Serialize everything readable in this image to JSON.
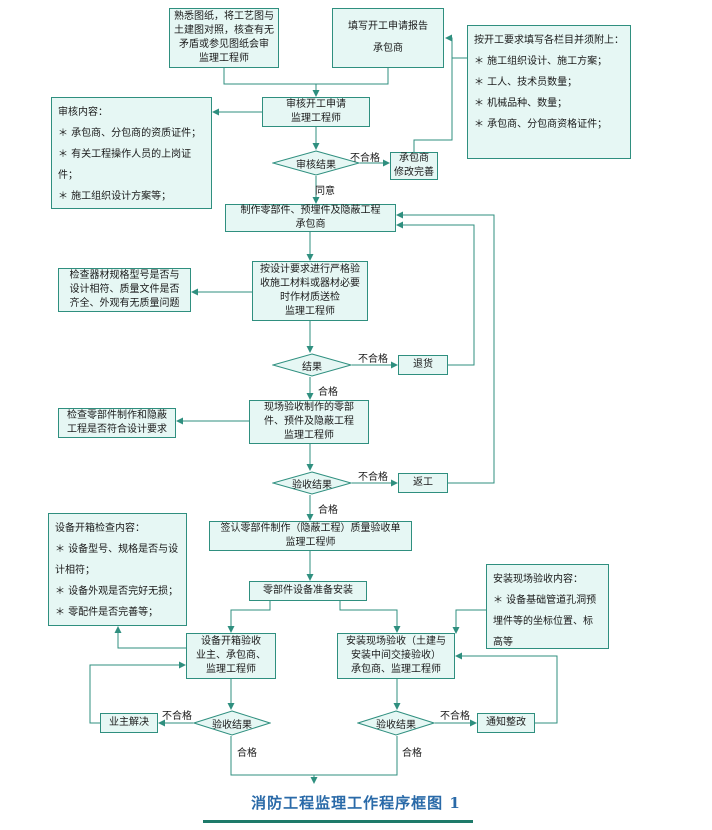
{
  "title": "消防工程监理工作程序框图 1",
  "colors": {
    "box_fill": "#e6f7f4",
    "box_border": "#2f8f7f",
    "arrow": "#2f8f7f",
    "title": "#2a6aa8"
  },
  "boxes": {
    "study_drawings": [
      "熟悉图纸，将工艺图与",
      "土建图对照，核查有无",
      "矛盾或参见图纸会审",
      "监理工程师"
    ],
    "start_report": [
      "填写开工申请报告",
      "承包商"
    ],
    "start_requirements": [
      "按开工要求填写各栏目并须附上：",
      "＊ 施工组织设计、施工方案；",
      "＊ 工人、技术员数量；",
      "＊ 机械品种、数量；",
      "＊ 承包商、分包商资格证件；"
    ],
    "review_start": [
      "审核开工申请",
      "监理工程师"
    ],
    "review_content": [
      "审核内容：",
      "＊ 承包商、分包商的资质证件；",
      "＊ 有关工程操作人员的上岗证件；",
      "＊ 施工组织设计方案等；"
    ],
    "contractor_revise": [
      "承包商",
      "修改完善"
    ],
    "fabricate": [
      "制作零部件、预埋件及隐蔽工程",
      "承包商"
    ],
    "check_materials": [
      "检查器材规格型号是否与",
      "设计相符、质量文件是否",
      "齐全、外观有无质量问题"
    ],
    "inspect_materials": [
      "按设计要求进行严格验",
      "收施工材料或器材必要",
      "时作材质送检",
      "监理工程师"
    ],
    "return_goods": [
      "退货"
    ],
    "check_parts": [
      "检查零部件制作和隐蔽",
      "工程是否符合设计要求"
    ],
    "site_inspect": [
      "现场验收制作的零部",
      "件、预件及隐蔽工程",
      "监理工程师"
    ],
    "rework": [
      "返工"
    ],
    "confirm_form": [
      "签认零部件制作（隐蔽工程）质量验收单",
      "监理工程师"
    ],
    "unpack_content": [
      "设备开箱检查内容：",
      "＊ 设备型号、规格是否与设计相符；",
      "＊ 设备外观是否完好无损；",
      "＊ 零配件是否完善等；"
    ],
    "prepare_install": [
      "零部件设备准备安装"
    ],
    "install_content": [
      "安装现场验收内容：",
      "＊ 设备基础管道孔洞预埋件等的坐标位置、标高等"
    ],
    "unpack_check": [
      "设备开箱验收",
      "业主、承包商、",
      "监理工程师"
    ],
    "install_check": [
      "安装现场验收（土建与",
      "安装中间交接验收）",
      "承包商、监理工程师"
    ],
    "owner_solve": [
      "业主解决"
    ],
    "notify_fix": [
      "通知整改"
    ]
  },
  "decisions": {
    "d1": "审核结果",
    "d2": "结果",
    "d3": "验收结果",
    "d4": "验收结果",
    "d5": "验收结果"
  },
  "labels": {
    "reject": "不合格",
    "agree": "同意",
    "pass": "合格"
  }
}
